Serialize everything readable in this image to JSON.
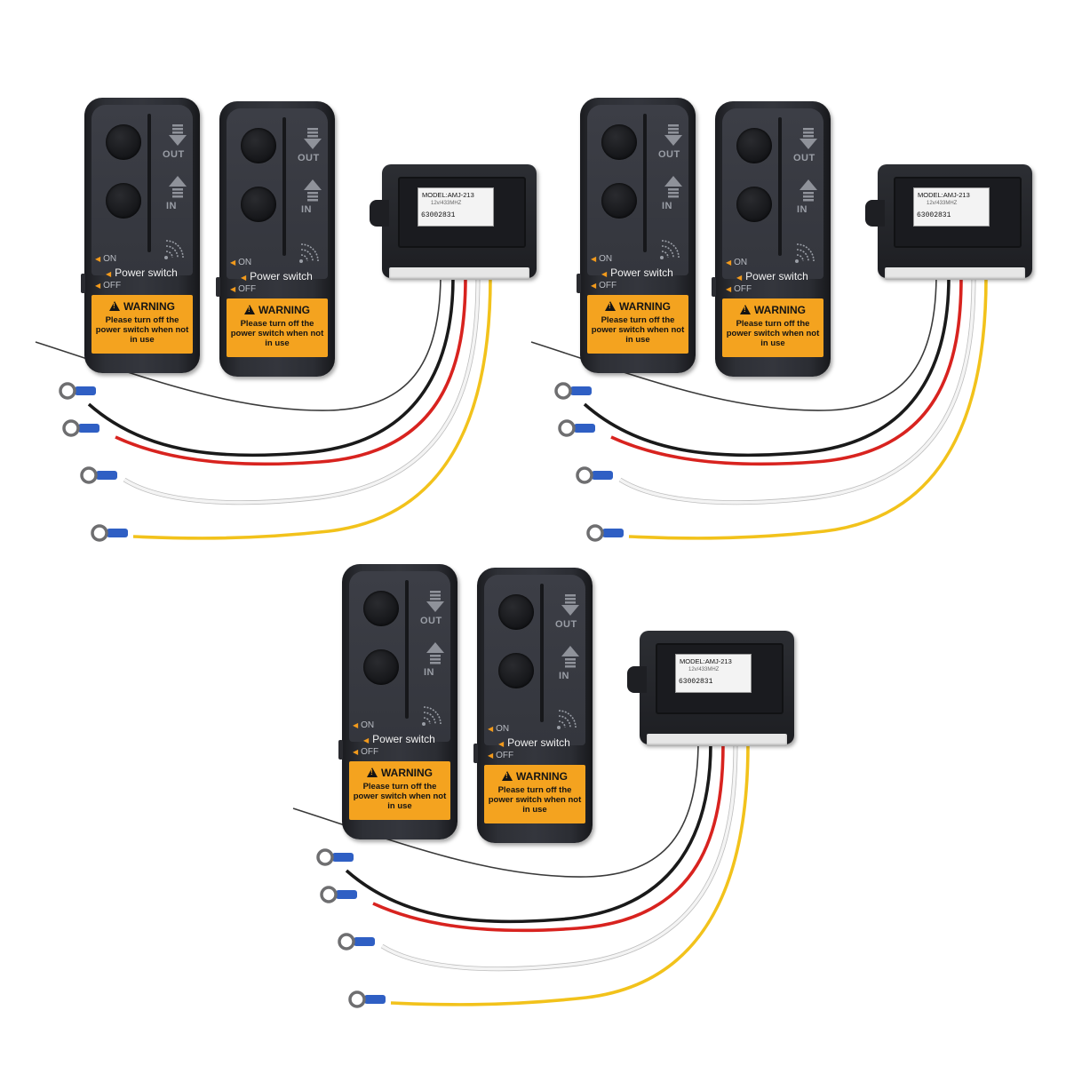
{
  "remote": {
    "out_label": "OUT",
    "in_label": "IN",
    "on_label": "ON",
    "off_label": "OFF",
    "power_label": "Power switch",
    "warning_title": "WARNING",
    "warning_text": "Please turn off the power switch when not in use"
  },
  "receiver": {
    "model": "MODEL:AMJ-213",
    "spec": "12v/433MHZ",
    "serial": "63002831"
  },
  "wire_colors": [
    "#1a1a1a",
    "#d8231f",
    "#f4f4f4",
    "#f2c21b"
  ],
  "antenna_color": "#3a3a3a",
  "terminal_color": "#2f5fc4",
  "warning_color": "#f4a31f"
}
